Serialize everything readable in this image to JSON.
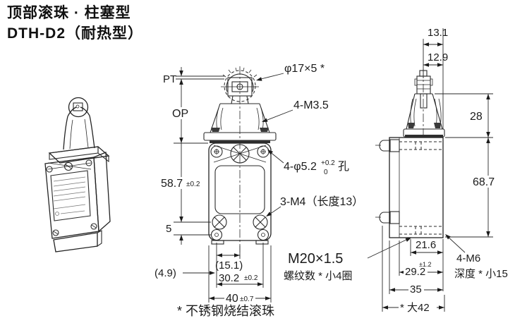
{
  "colors": {
    "ink": "#222222",
    "background": "#ffffff"
  },
  "title": {
    "line1": "顶部滚珠 · 柱塞型",
    "line2": "DTH-D2（耐热型）"
  },
  "front_view": {
    "pt": "PT",
    "op": "OP",
    "ball_spec": "φ17×5 *",
    "mounting_screws": "4-M3.5",
    "hole_spec": "4-φ5.2",
    "hole_tol_upper": "+0.2",
    "hole_tol_lower": "0",
    "hole_suffix": "孔",
    "terminal_screws": "3-M4（长度13）",
    "height": "58.7",
    "height_tol": "±0.2",
    "base_offset": "5",
    "inner_width": "(15.1)",
    "hole_pitch": "30.2",
    "hole_pitch_tol": "±0.2",
    "body_width": "40",
    "body_width_tol": "±0.7",
    "edge_gap": "(4.9)",
    "footnote": "* 不锈钢烧结滚珠"
  },
  "side_view": {
    "head_width": "13.1",
    "plunger_width": "12.9",
    "head_height": "28",
    "body_height": "68.7",
    "hole_inset": "21.6",
    "hole_depth": "29.2",
    "hole_depth_tol": "±1.2",
    "body_depth": "35",
    "max_depth": "* 大42",
    "conduit_spec": "M20×1.5",
    "conduit_note": "螺纹数 * 小4圈",
    "side_holes": "4-M6",
    "side_holes_note": "深度 * 小15"
  }
}
